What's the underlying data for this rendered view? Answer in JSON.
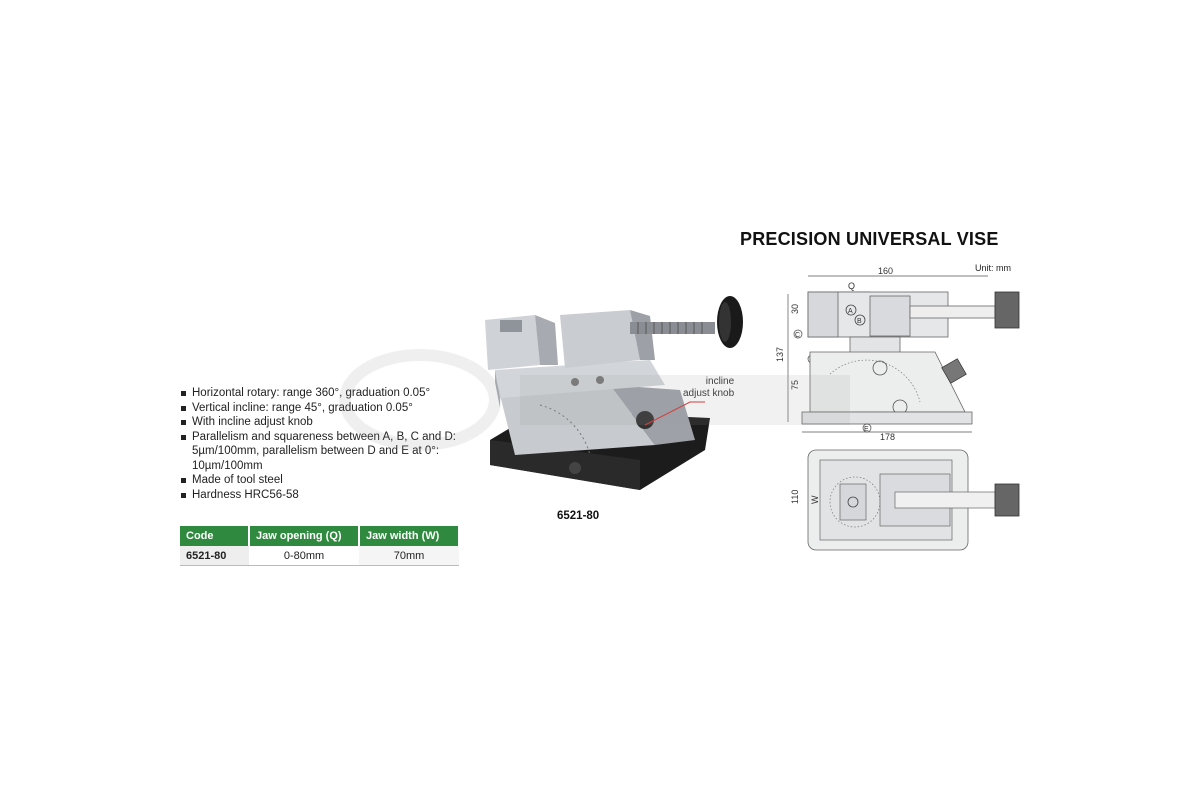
{
  "title": "PRECISION UNIVERSAL VISE",
  "unit_label": "Unit: mm",
  "features": [
    "Horizontal rotary: range 360°, graduation 0.05°",
    "Vertical incline: range 45°, graduation 0.05°",
    "With incline adjust knob",
    "Parallelism and squareness between A, B, C and D: 5µm/100mm, parallelism between D and E at 0°: 10µm/100mm",
    "Made of tool steel",
    "Hardness HRC56-58"
  ],
  "photo": {
    "label": "6521-80",
    "callout_line1": "incline",
    "callout_line2": "adjust knob"
  },
  "table": {
    "headers": [
      "Code",
      "Jaw opening (Q)",
      "Jaw width (W)"
    ],
    "rows": [
      {
        "code": "6521-80",
        "jaw_opening": "0-80mm",
        "jaw_width": "70mm"
      }
    ]
  },
  "drawing": {
    "dim_top": "160",
    "dim_q": "Q",
    "dim_30": "30",
    "dim_137": "137",
    "dim_75": "75",
    "dim_178": "178",
    "dim_110": "110",
    "dim_w": "W",
    "ref_a": "A",
    "ref_b": "B",
    "ref_c": "C",
    "ref_d": "D",
    "ref_e": "E"
  },
  "colors": {
    "table_header": "#2f8a3f",
    "vise_metal": "#b9bcc2",
    "vise_base": "#1c1c1c"
  }
}
